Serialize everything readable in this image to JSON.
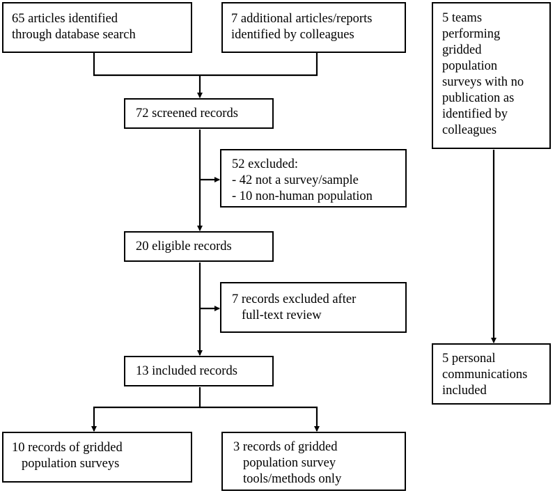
{
  "boxes": {
    "database_search": [
      "65 articles identified",
      "through database search"
    ],
    "colleague_reports": [
      "7 additional articles/reports",
      "identified by colleagues"
    ],
    "teams_unpublished": [
      "5 teams",
      "performing",
      "gridded",
      "population",
      "surveys with no",
      "publication as",
      "identified by",
      "colleagues"
    ],
    "screened": [
      "72 screened records"
    ],
    "excluded_52": {
      "heading": "52 excluded:",
      "reasons": [
        "- 42 not a survey/sample",
        "- 10 non-human population"
      ]
    },
    "eligible": [
      "20 eligible records"
    ],
    "excluded_7": [
      "7 records excluded after",
      "full-text review"
    ],
    "included": [
      "13 included records"
    ],
    "personal_comms": [
      "5 personal",
      "communications",
      "included"
    ],
    "gridded_surveys": [
      "10 records of gridded",
      "population surveys"
    ],
    "tools_methods": [
      "3 records of gridded",
      "population survey",
      "tools/methods only"
    ]
  },
  "colors": {
    "line": "#000000",
    "box_border": "#000000",
    "background": "#ffffff",
    "text": "#000000"
  }
}
